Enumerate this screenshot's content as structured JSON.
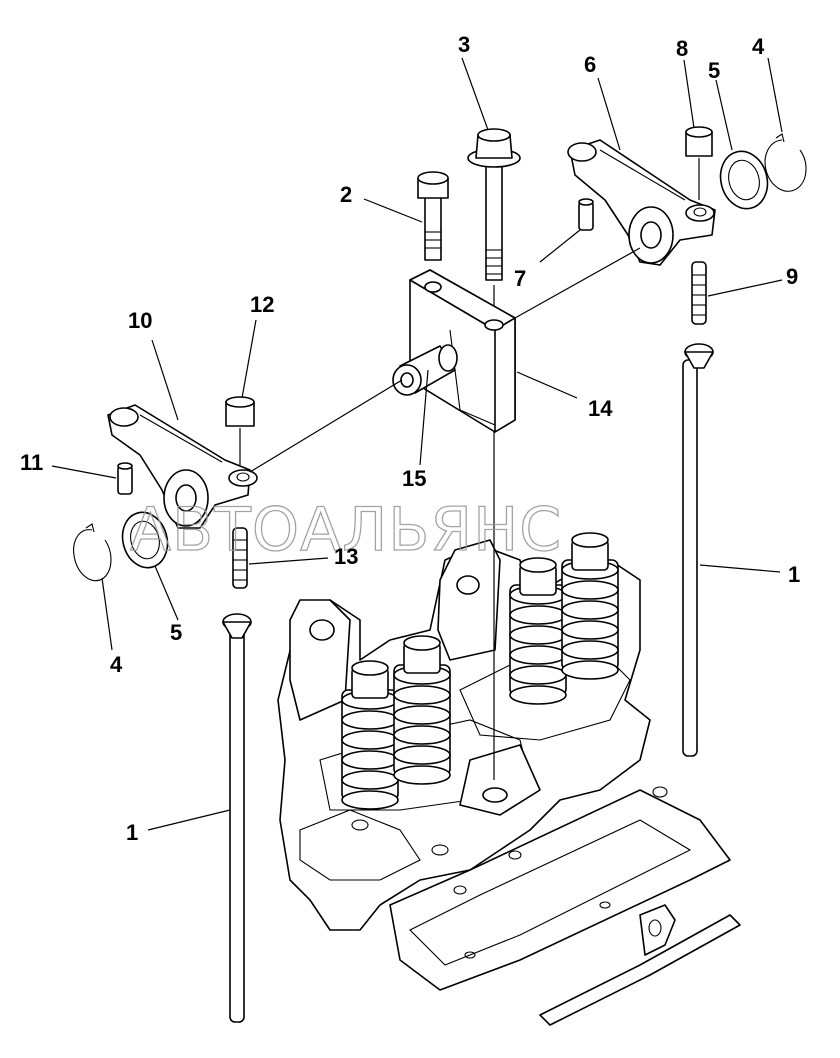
{
  "watermark": "АВТОАЛЬЯНС",
  "callouts": [
    {
      "id": "c1a",
      "text": "1"
    },
    {
      "id": "c1b",
      "text": "1"
    },
    {
      "id": "c2",
      "text": "2"
    },
    {
      "id": "c3",
      "text": "3"
    },
    {
      "id": "c4a",
      "text": "4"
    },
    {
      "id": "c4b",
      "text": "4"
    },
    {
      "id": "c5a",
      "text": "5"
    },
    {
      "id": "c5b",
      "text": "5"
    },
    {
      "id": "c6",
      "text": "6"
    },
    {
      "id": "c7",
      "text": "7"
    },
    {
      "id": "c8",
      "text": "8"
    },
    {
      "id": "c9",
      "text": "9"
    },
    {
      "id": "c10",
      "text": "10"
    },
    {
      "id": "c11",
      "text": "11"
    },
    {
      "id": "c12",
      "text": "12"
    },
    {
      "id": "c13",
      "text": "13"
    },
    {
      "id": "c14",
      "text": "14"
    },
    {
      "id": "c15",
      "text": "15"
    }
  ]
}
